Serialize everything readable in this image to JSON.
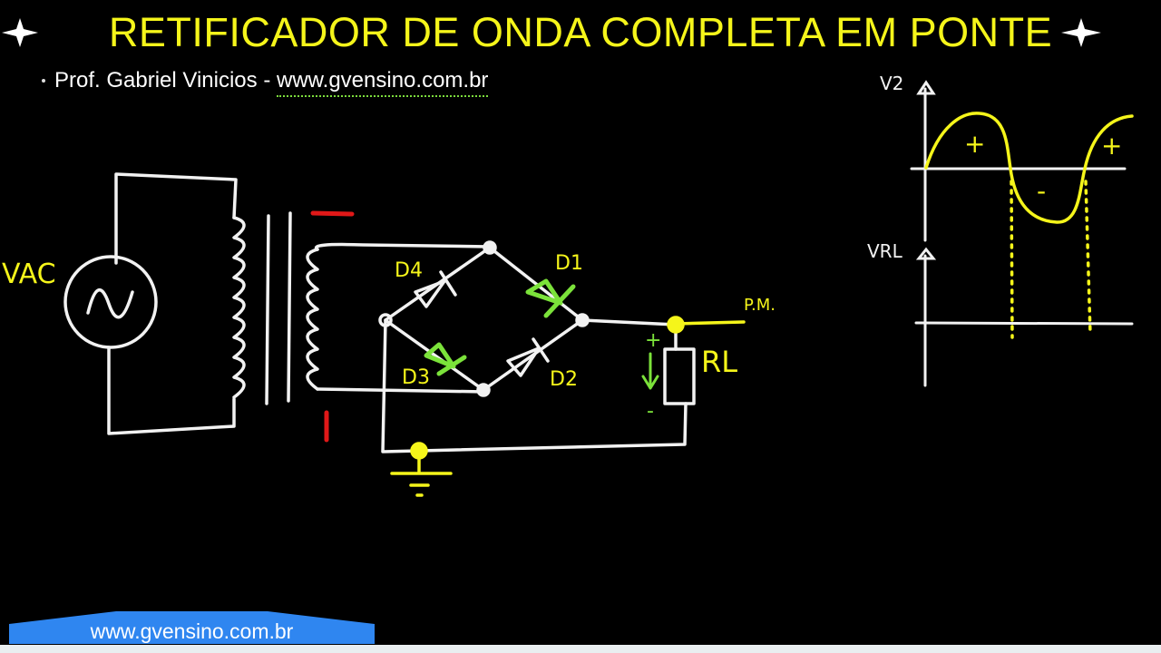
{
  "header": {
    "title": "RETIFICADOR DE ONDA COMPLETA EM PONTE",
    "author": "Prof. Gabriel Vinicios - ",
    "website": "www.gvensino.com.br"
  },
  "circuit": {
    "source_label": "VAC",
    "diodes": [
      "D1",
      "D2",
      "D3",
      "D4"
    ],
    "load_label": "RL",
    "measure_point_label": "P.M.",
    "plus_sign": "+",
    "minus_sign": "-",
    "conducting_diodes": [
      "D1",
      "D3"
    ]
  },
  "waveform": {
    "input_axis_label": "V2",
    "output_axis_label": "VRL",
    "positive_half_1": "+",
    "negative_half": "-",
    "positive_half_2": "+"
  },
  "footer": {
    "banner_text": "www.gvensino.com.br"
  },
  "colors": {
    "title": "#f5f51a",
    "chalk": "#f2f2f2",
    "highlight_yellow": "#f5f51a",
    "diode_green": "#7be23a",
    "red_mark": "#e01818",
    "banner_blue": "#2f86f0"
  }
}
